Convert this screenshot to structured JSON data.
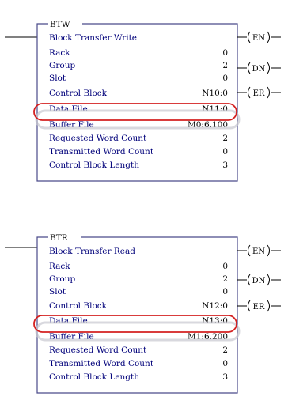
{
  "blocks": [
    {
      "type": "BTW",
      "title": "Block Transfer Write",
      "rows": [
        {
          "label": "Rack",
          "value": "0"
        },
        {
          "label": "Group",
          "value": "2"
        },
        {
          "label": "Slot",
          "value": "0"
        },
        {
          "label": "Control Block",
          "value": "N10:0"
        },
        {
          "label": "Data File",
          "value": "N11:0"
        },
        {
          "label": "Buffer File",
          "value": "M0:6.100"
        },
        {
          "label": "Requested Word Count",
          "value": "2"
        },
        {
          "label": "Transmitted Word Count",
          "value": "0"
        },
        {
          "label": "Control Block Length",
          "value": "3"
        }
      ],
      "outputs": [
        "EN",
        "DN",
        "ER"
      ],
      "highlighted_row": "Data File"
    },
    {
      "type": "BTR",
      "title": "Block Transfer Read",
      "rows": [
        {
          "label": "Rack",
          "value": "0"
        },
        {
          "label": "Group",
          "value": "2"
        },
        {
          "label": "Slot",
          "value": "0"
        },
        {
          "label": "Control Block",
          "value": "N12:0"
        },
        {
          "label": "Data File",
          "value": "N13:0"
        },
        {
          "label": "Buffer File",
          "value": "M1:6.200"
        },
        {
          "label": "Requested Word Count",
          "value": "2"
        },
        {
          "label": "Transmitted Word Count",
          "value": "0"
        },
        {
          "label": "Control Block Length",
          "value": "3"
        }
      ],
      "outputs": [
        "EN",
        "DN",
        "ER"
      ],
      "highlighted_row": "Data File"
    }
  ],
  "colors": {
    "box_border": "#4a4a8a",
    "label_text": "#00007a",
    "value_text": "#000000",
    "highlight_ring": "#d42020",
    "rung_line": "#000000"
  }
}
